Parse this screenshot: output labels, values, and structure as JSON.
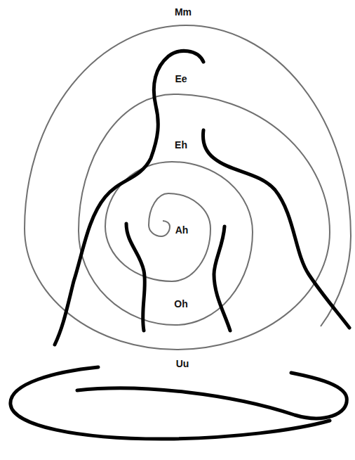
{
  "diagram": {
    "labels": [
      "Mm",
      "Ee",
      "Eh",
      "Ah",
      "Oh",
      "Uu"
    ]
  }
}
